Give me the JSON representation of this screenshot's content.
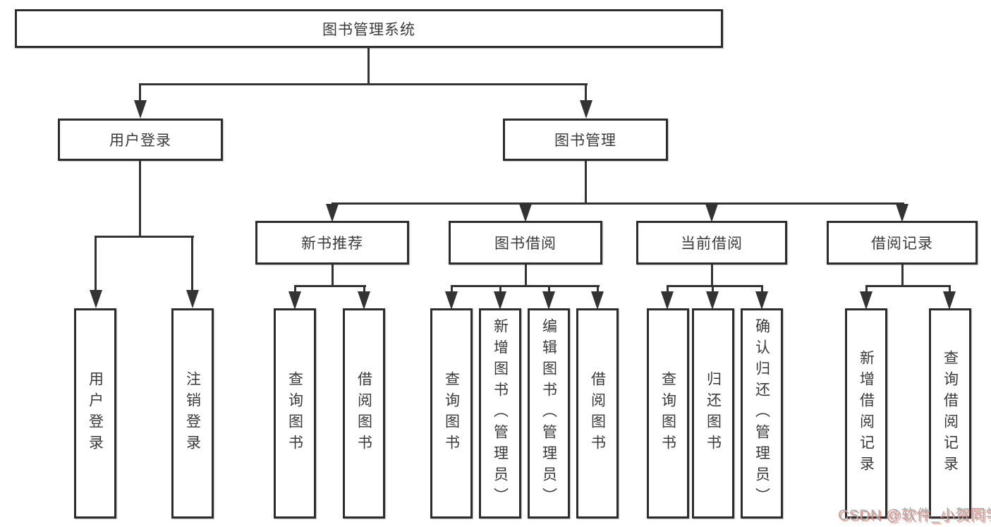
{
  "diagram": {
    "root": {
      "label": "图书管理系统"
    },
    "branches": [
      {
        "label": "用户登录",
        "children": [
          {
            "label": "用户登录"
          },
          {
            "label": "注销登录"
          }
        ]
      },
      {
        "label": "图书管理",
        "children": [
          {
            "label": "新书推荐",
            "children": [
              {
                "label": "查询图书"
              },
              {
                "label": "借阅图书"
              }
            ]
          },
          {
            "label": "图书借阅",
            "children": [
              {
                "label": "查询图书"
              },
              {
                "label": "新增图书（管理员）"
              },
              {
                "label": "编辑图书（管理员）"
              },
              {
                "label": "借阅图书"
              }
            ]
          },
          {
            "label": "当前借阅",
            "children": [
              {
                "label": "查询图书"
              },
              {
                "label": "归还图书"
              },
              {
                "label": "确认归还（管理员）"
              }
            ]
          },
          {
            "label": "借阅记录",
            "children": [
              {
                "label": "新增借阅记录"
              },
              {
                "label": "查询借阅记录"
              }
            ]
          }
        ]
      }
    ]
  },
  "watermark": "CSDN @软件_小贺同学",
  "colors": {
    "line": "#333333",
    "box_border": "#2d2d2d",
    "text": "#3a3a3a",
    "background": "#ffffff",
    "watermark_gray": "#a9a9a9",
    "watermark_red": "#e74e38"
  }
}
